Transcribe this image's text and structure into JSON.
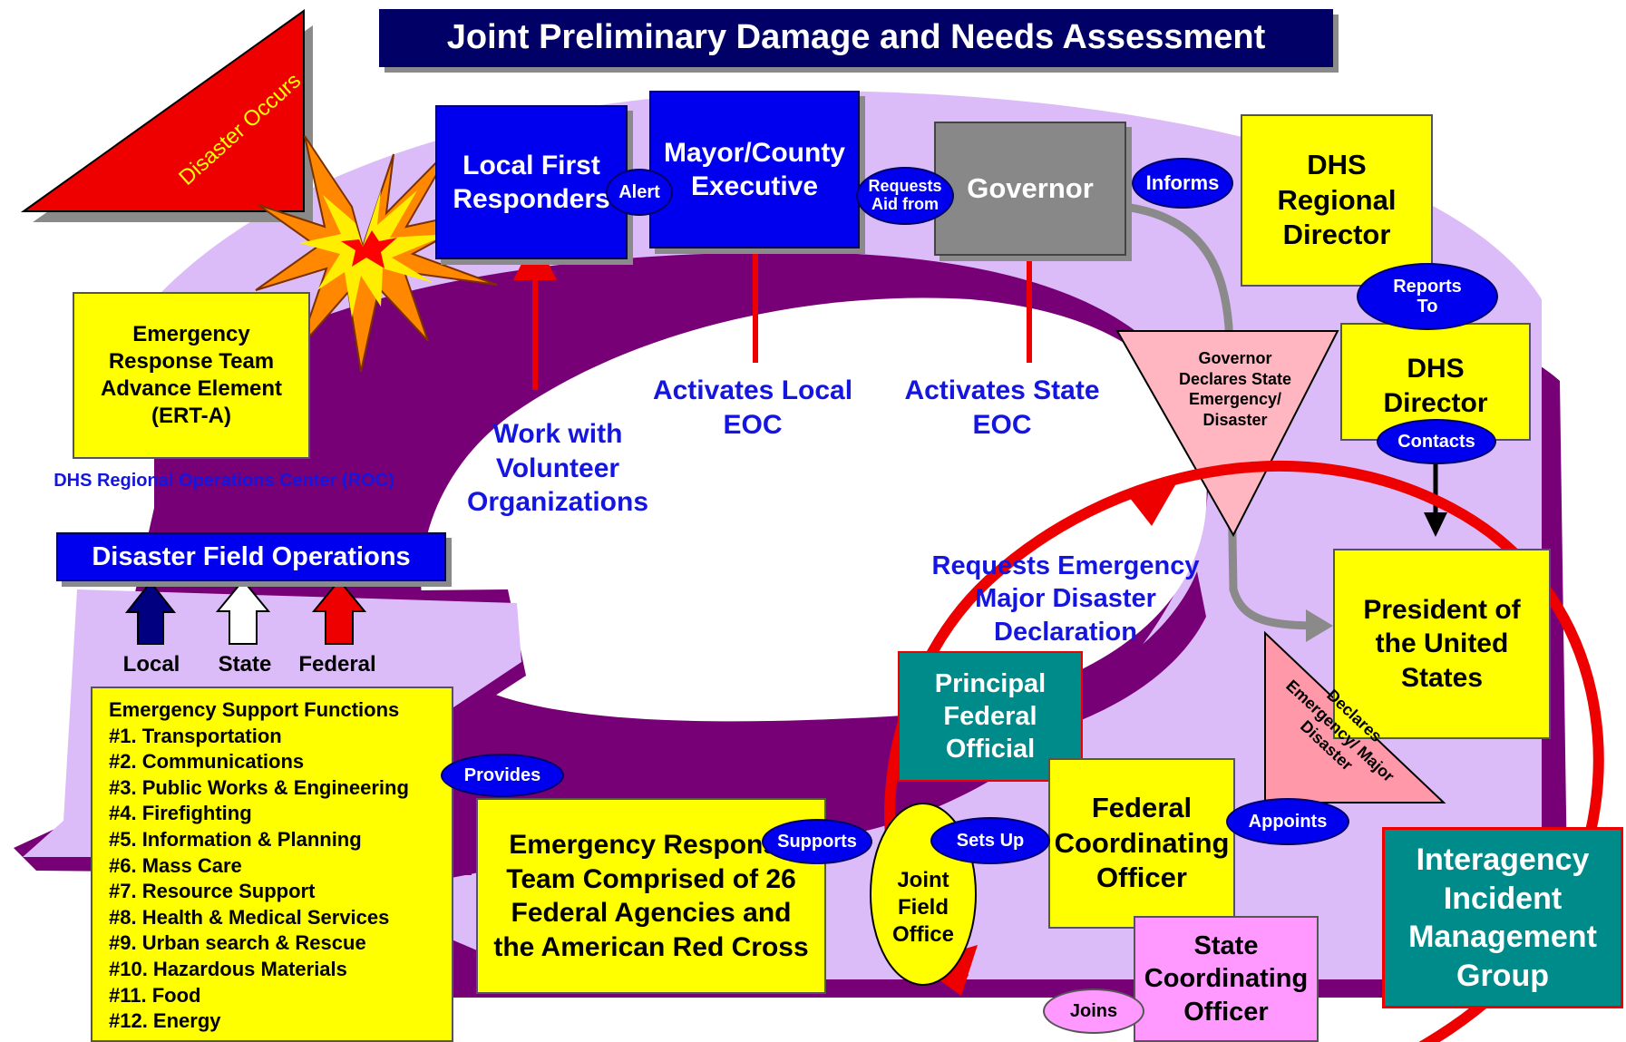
{
  "title": "Joint Preliminary Damage and Needs Assessment",
  "disaster_occurs": "Disaster Occurs",
  "local_first_responders": "Local First Responders",
  "mayor_county_executive": "Mayor/County Executive",
  "governor": "Governor",
  "dhs_regional_director": "DHS Regional Director",
  "dhs_director": "DHS Director",
  "governor_declares": "Governor Declares State Emergency/ Disaster",
  "president": "President of the United States",
  "declares_emergency": "Declares Emergency/ Major Disaster",
  "ert_a": "Emergency Response Team Advance Element (ERT-A)",
  "roc": "DHS Regional Operations Center (ROC)",
  "disaster_field_operations": "Disaster Field Operations",
  "levels": {
    "local": "Local",
    "state": "State",
    "federal": "Federal"
  },
  "esf": {
    "heading": "Emergency Support Functions",
    "items": [
      "#1. Transportation",
      "#2. Communications",
      "#3. Public Works & Engineering",
      "#4. Firefighting",
      "#5. Information & Planning",
      "#6. Mass Care",
      "#7. Resource Support",
      "#8. Health & Medical Services",
      "#9. Urban search & Rescue",
      "#10. Hazardous Materials",
      "#11. Food",
      "#12. Energy"
    ]
  },
  "blue_labels": {
    "work_with_volunteers": "Work with Volunteer Organizations",
    "activates_local_eoc": "Activates Local EOC",
    "activates_state_eoc": "Activates State EOC",
    "requests_declaration": "Requests Emergency Major Disaster Declaration"
  },
  "ovals": {
    "alert": "Alert",
    "requests_aid_from": "Requests Aid from",
    "informs": "Informs",
    "reports_to": "Reports To",
    "contacts": "Contacts",
    "provides": "Provides",
    "supports": "Supports",
    "sets_up": "Sets Up",
    "appoints": "Appoints",
    "joins": "Joins"
  },
  "principal_federal_official": "Principal Federal Official",
  "ert_full": "Emergency Response Team Comprised of 26 Federal Agencies and the American Red Cross",
  "joint_field_office": "Joint Field Office",
  "federal_coordinating_officer": "Federal Coordinating Officer",
  "state_coordinating_officer": "State Coordinating Officer",
  "iimg": "Interagency Incident Management Group",
  "colors": {
    "lavender": "#dcbcf8",
    "purple": "#770077",
    "yellow": "#ffff00",
    "blue": "#0000ee",
    "teal": "#008b8b",
    "red": "#ee0000"
  }
}
